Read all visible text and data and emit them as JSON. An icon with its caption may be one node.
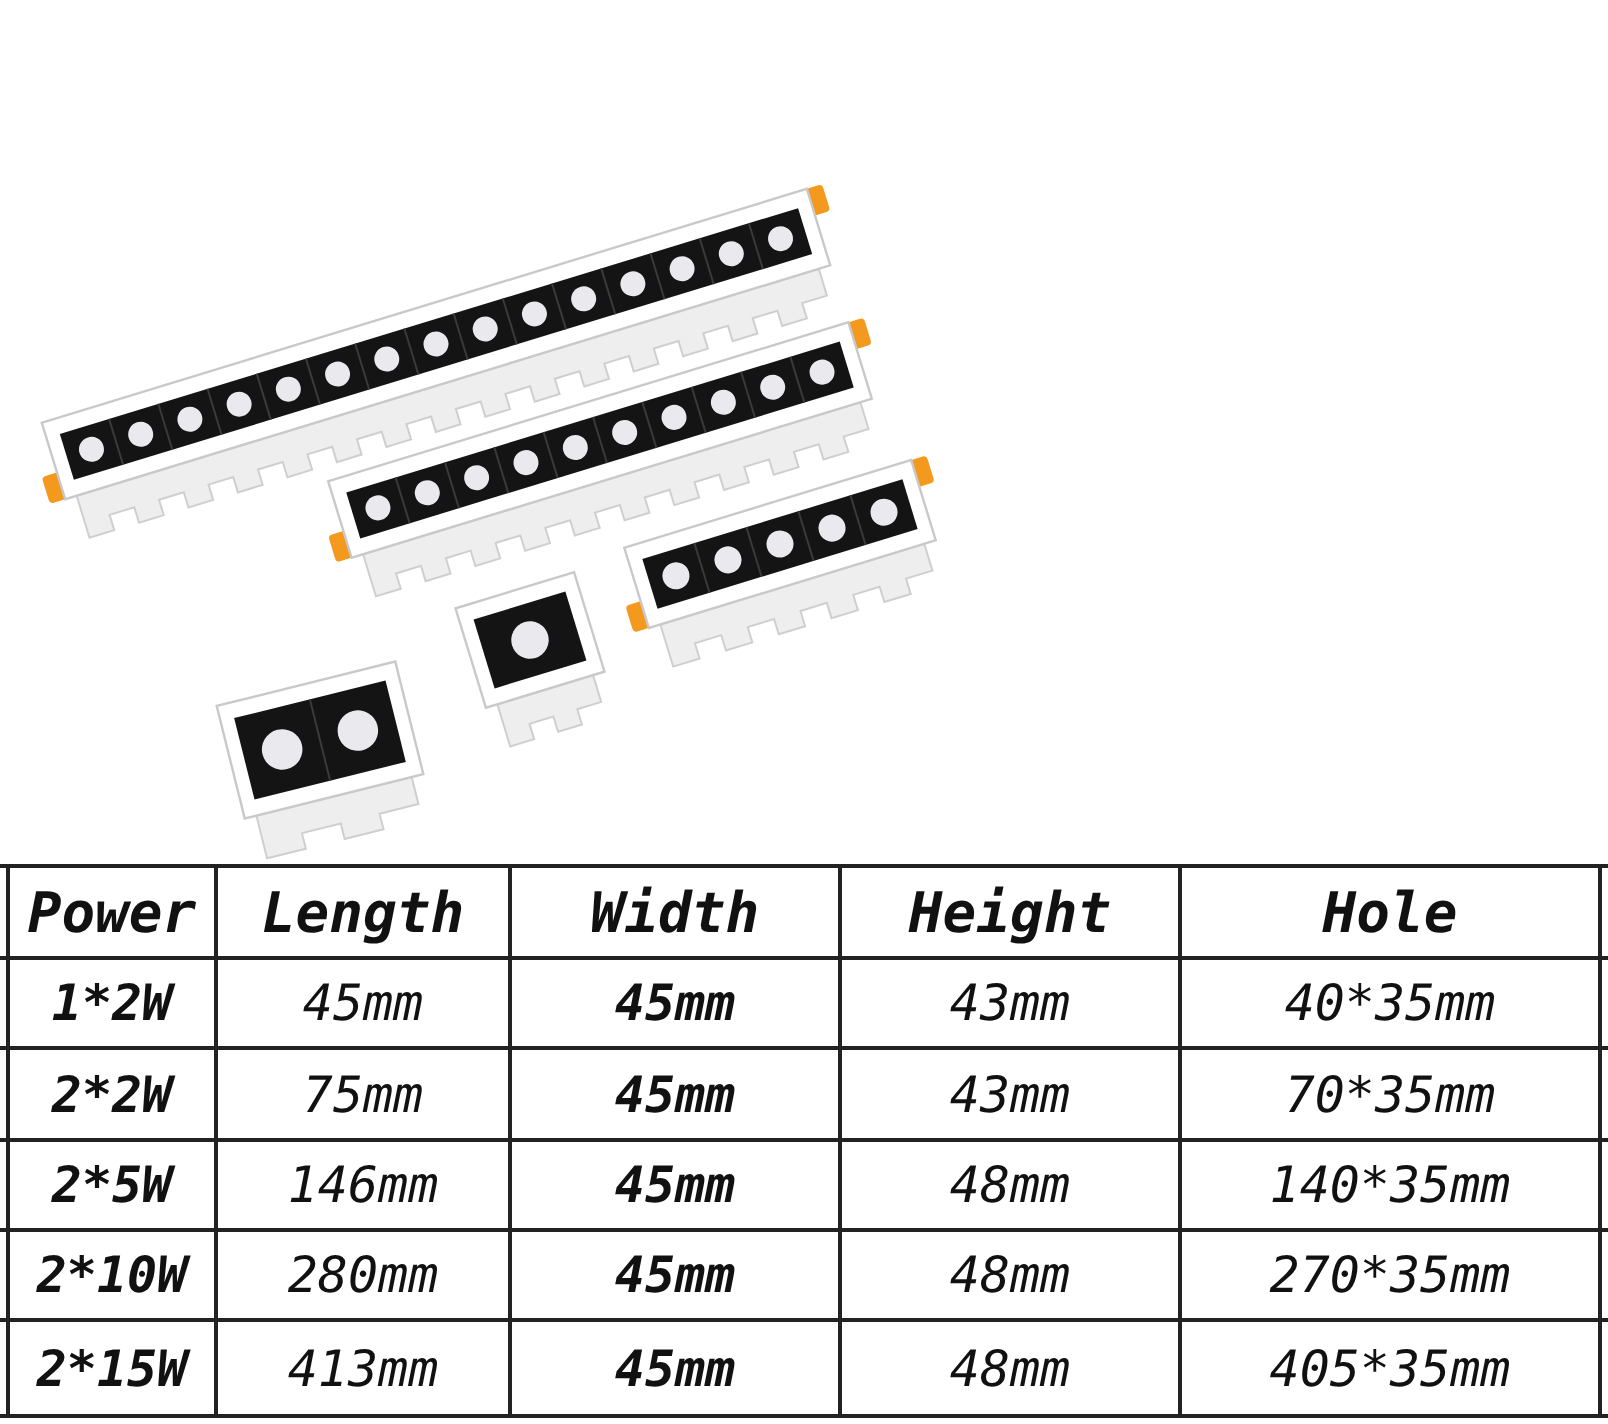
{
  "diagram": {
    "labels": [
      "Power",
      "Length",
      "Width",
      "Height",
      "Hole",
      "1*2W",
      "45mm",
      "45mm",
      "43mm",
      "40*35mm",
      "2*2W",
      "75mm",
      "45mm",
      "43mm",
      "70*35mm",
      "2*5W",
      "146mm",
      "45mm",
      "48mm",
      "140*35mm",
      "2*10W",
      "280mm",
      "45mm",
      "48mm",
      "270*35mm",
      "2*15W",
      "413mm",
      "45mm",
      "48mm",
      "405*35mm"
    ]
  }
}
